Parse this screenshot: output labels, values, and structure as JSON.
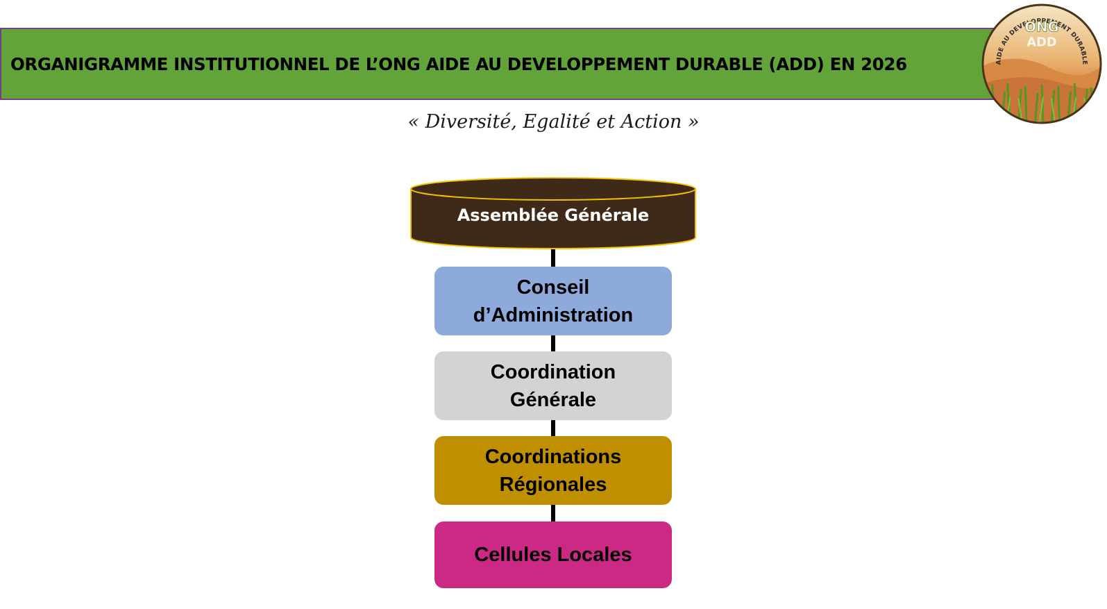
{
  "header": {
    "title": "ORGANIGRAMME INSTITUTIONNEL DE L’ONG AIDE AU DEVELOPPEMENT DURABLE (ADD) EN 2026",
    "banner_color": "#62a43a",
    "border_color": "#7a3b8c"
  },
  "logo": {
    "arc_text": "AIDE AU DEVELOPPEMENT DURABLE",
    "line1": "ONG",
    "line2": "ADD"
  },
  "motto": "« Diversité, Egalité et Action »",
  "organigram": {
    "assemblee": {
      "label": "Assemblée Générale",
      "color": "#3f2a1a",
      "outline": "#f2c200"
    },
    "levels": [
      {
        "label": "Conseil\nd’Administration",
        "color": "#8eaadb"
      },
      {
        "label": "Coordination\nGénérale",
        "color": "#d3d3d3"
      },
      {
        "label": "Coordinations\nRégionales",
        "color": "#bf8f00"
      },
      {
        "label": "Cellules Locales",
        "color": "#cc2985"
      }
    ]
  }
}
